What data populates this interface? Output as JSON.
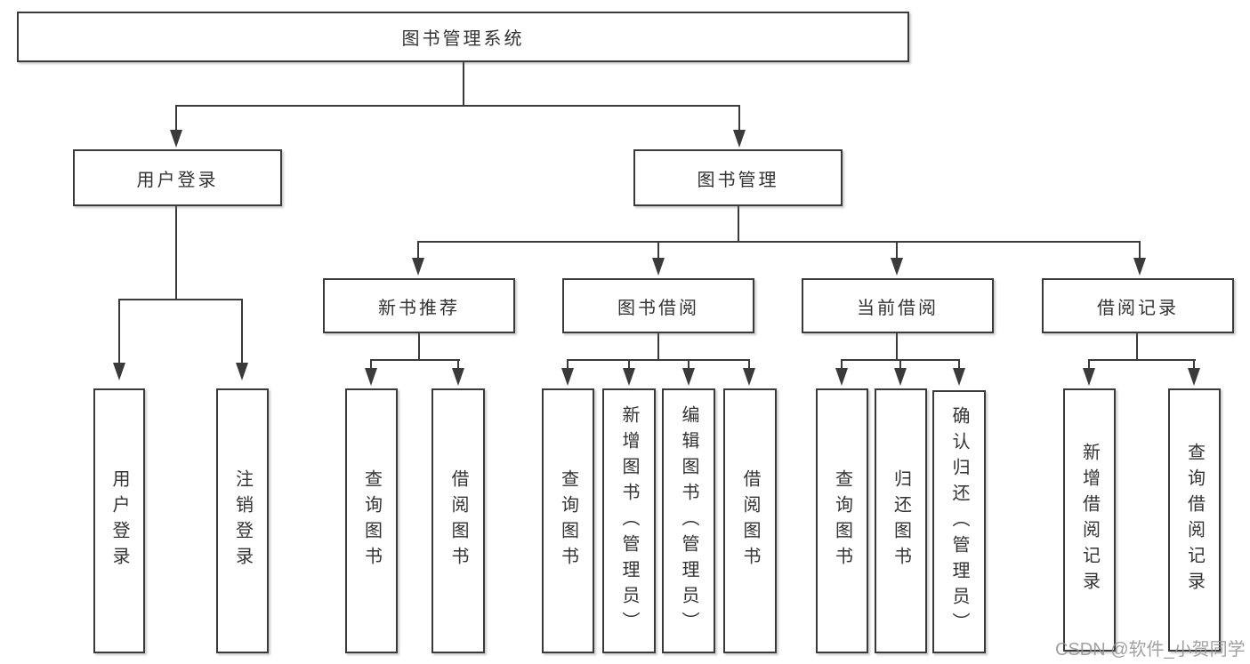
{
  "diagram": {
    "root": {
      "label": "图书管理系统"
    },
    "level2": [
      {
        "label": "用户登录"
      },
      {
        "label": "图书管理"
      }
    ],
    "level3": [
      {
        "label": "新书推荐"
      },
      {
        "label": "图书借阅"
      },
      {
        "label": "当前借阅"
      },
      {
        "label": "借阅记录"
      }
    ],
    "leaves": {
      "user": [
        "用户登录",
        "注销登录"
      ],
      "recommend": [
        "查询图书",
        "借阅图书"
      ],
      "borrow": [
        "查询图书",
        "新增图书（管理员）",
        "编辑图书（管理员）",
        "借阅图书"
      ],
      "current": [
        "查询图书",
        "归还图书",
        "确认归还（管理员）"
      ],
      "records": [
        "新增借阅记录",
        "查询借阅记录"
      ]
    }
  },
  "watermark": {
    "text": "CSDN @软件_小贺同学"
  },
  "colors": {
    "line": "#3a3a3a",
    "text": "#333333",
    "box_background": "#ffffff",
    "watermark": "#919191",
    "background": "#ffffff"
  }
}
